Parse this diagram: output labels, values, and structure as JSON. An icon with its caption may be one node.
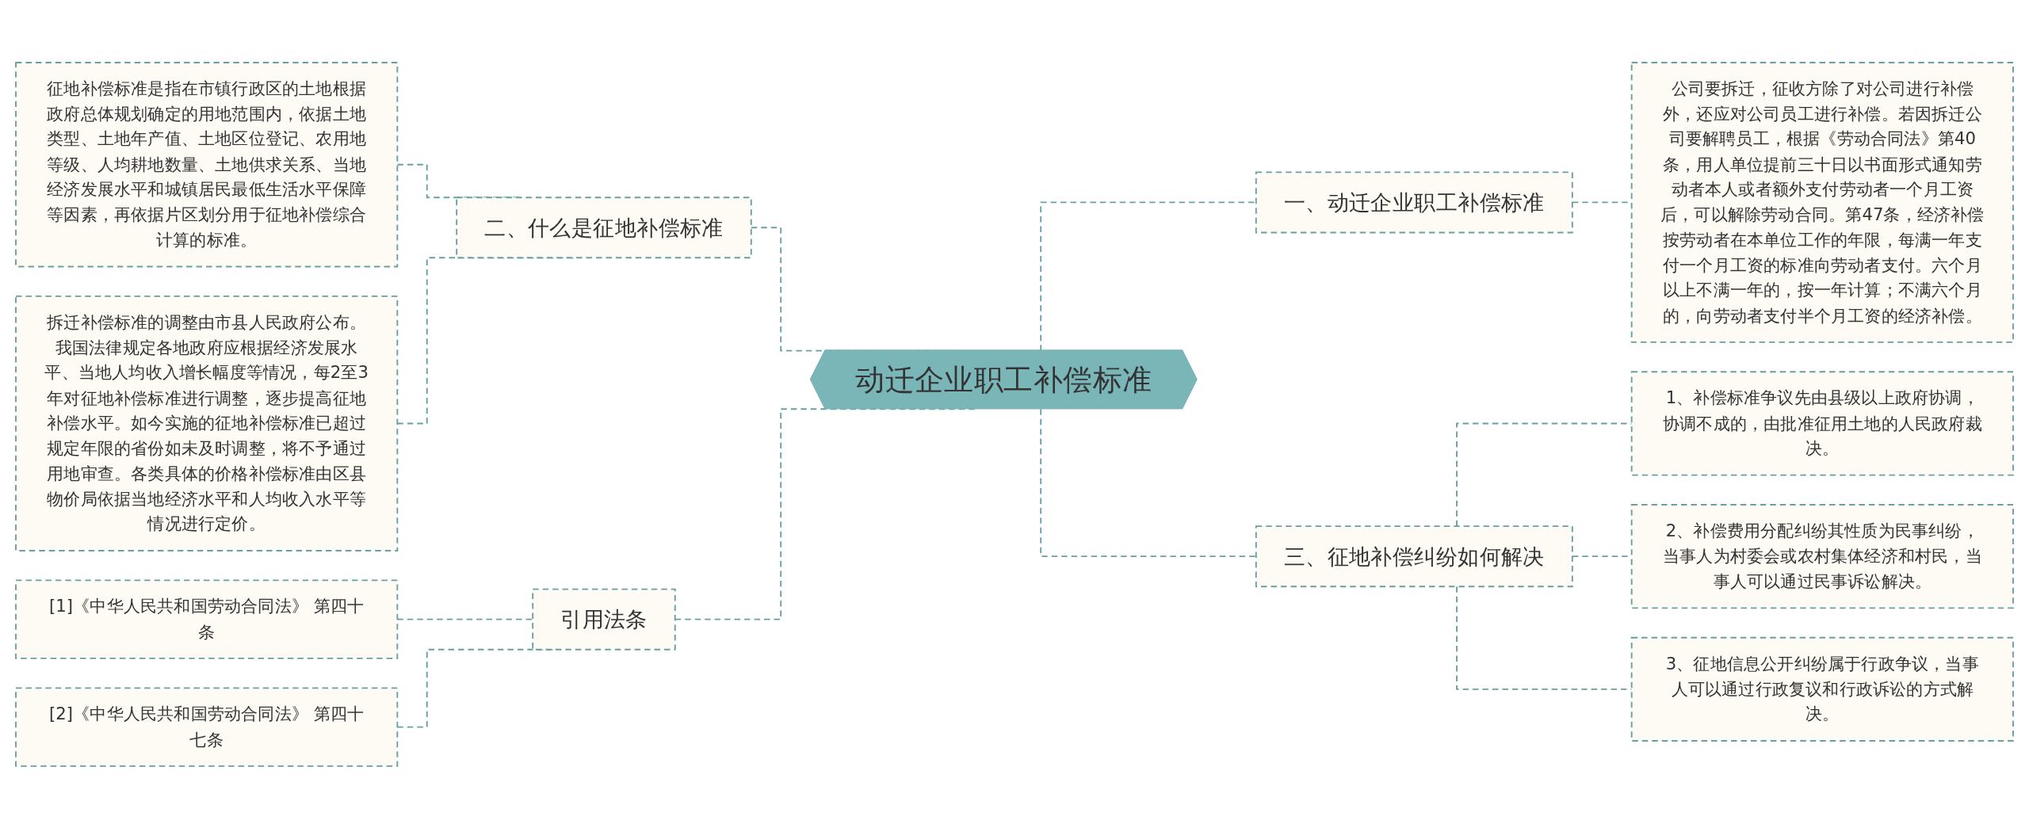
{
  "diagram": {
    "nodes": [
      {
        "text": [
          "动迁企业职工补偿标准"
        ]
      },
      {
        "text": [
          "一、动迁企业职工补偿标准"
        ]
      },
      {
        "text": [
          "公司要拆迁，征收方除了对公司进行补偿外，还应对公司员工进行补偿。若因拆迁公司要解聘员工，根据《劳动合同法》第40条，用人单位提前三十日以书面形式通知劳动者本人或者额外支付劳动者一个月工资后，可以解除劳动合同。第47条，经济补偿按劳动者在本单位工作的年限，每满一年支付一个月工资的标准向劳动者支付。六个月以上不满一年的，按一年计算；不满六个月的，向劳动者支付半个月工资的经济补偿。"
        ]
      },
      {
        "text": [
          "二、什么是征地补偿标准"
        ]
      },
      {
        "text": [
          "征地补偿标准是指在市镇行政区的土地根据政府总体规划确定的用地范围内，依据土地类型、土地年产值、土地区位登记、农用地等级、人均耕地数量、土地供求关系、当地经济发展水平和城镇居民最低生活水平保障等因素，再依据片区划分用于征地补偿综合计算的标准。"
        ]
      },
      {
        "text": [
          "拆迁补偿标准的调整由市县人民政府公布。我国法律规定各地政府应根据经济发展水平、当地人均收入增长幅度等情况，每2至3年对征地补偿标准进行调整，逐步提高征地补偿水平。如今实施的征地补偿标准已超过规定年限的省份如未及时调整，将不予通过用地审查。各类具体的价格补偿标准由区县物价局依据当地经济水平和人均收入水平等情况进行定价。"
        ]
      },
      {
        "text": [
          "三、征地补偿纠纷如何解决"
        ]
      },
      {
        "text": [
          "1、补偿标准争议先由县级以上政府协调，协调不成的，由批准征用土地的人民政府裁决。"
        ]
      },
      {
        "text": [
          "2、补偿费用分配纠纷其性质为民事纠纷，当事人为村委会或农村集体经济和村民，当事人可以通过民事诉讼解决。"
        ]
      },
      {
        "text": [
          "3、征地信息公开纠纷属于行政争议，当事人可以通过行政复议和行政诉讼的方式解决。"
        ]
      },
      {
        "text": [
          "引用法条"
        ]
      },
      {
        "text": [
          "[1]《中华人民共和国劳动合同法》 第四十条"
        ]
      },
      {
        "text": [
          "[2]《中华人民共和国劳动合同法》 第四十七条"
        ]
      }
    ],
    "edges": [
      {
        "from": 0,
        "to": 1,
        "arrow": "none",
        "style": "dashed"
      },
      {
        "from": 1,
        "to": 2,
        "arrow": "none",
        "style": "dashed"
      },
      {
        "from": 0,
        "to": 3,
        "arrow": "none",
        "style": "dashed"
      },
      {
        "from": 3,
        "to": 4,
        "arrow": "none",
        "style": "dashed"
      },
      {
        "from": 3,
        "to": 5,
        "arrow": "none",
        "style": "dashed"
      },
      {
        "from": 0,
        "to": 6,
        "arrow": "none",
        "style": "dashed"
      },
      {
        "from": 6,
        "to": 7,
        "arrow": "none",
        "style": "dashed"
      },
      {
        "from": 6,
        "to": 8,
        "arrow": "none",
        "style": "dashed"
      },
      {
        "from": 6,
        "to": 9,
        "arrow": "none",
        "style": "dashed"
      },
      {
        "from": 0,
        "to": 10,
        "arrow": "none",
        "style": "dashed"
      },
      {
        "from": 10,
        "to": 11,
        "arrow": "none",
        "style": "dashed"
      },
      {
        "from": 10,
        "to": 12,
        "arrow": "none",
        "style": "dashed"
      }
    ]
  }
}
